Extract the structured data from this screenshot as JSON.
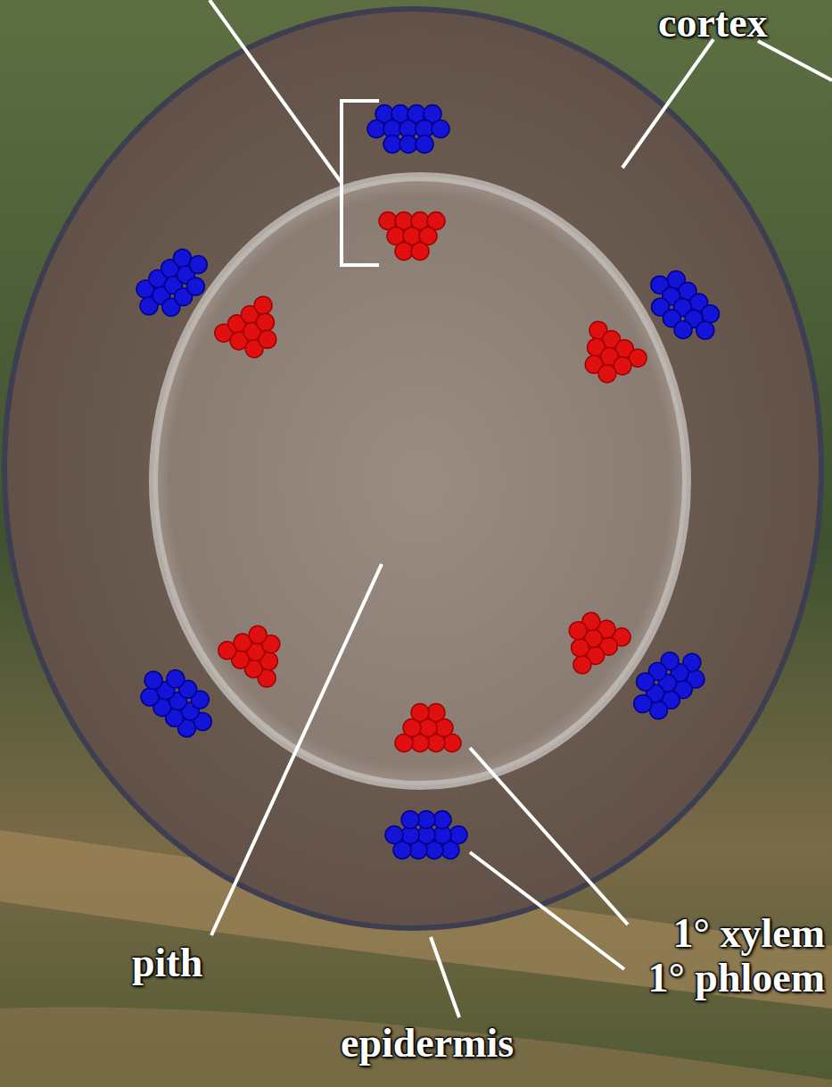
{
  "diagram": {
    "labels": [
      "cortex",
      "pith",
      "epidermis",
      "1° xylem",
      "1° phloem"
    ]
  }
}
